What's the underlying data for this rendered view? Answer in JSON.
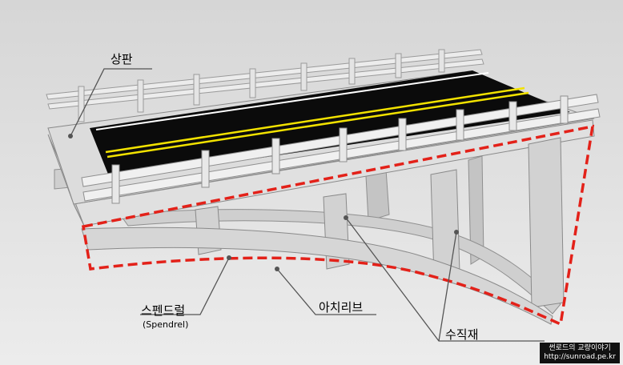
{
  "labels": {
    "deck": "상판",
    "spandrel": "스펜드럴",
    "spandrel_en": "(Spendrel)",
    "arch_rib": "아치리브",
    "vertical_member": "수직재"
  },
  "watermark": {
    "line1": "썬로드의 교량이야기",
    "line2": "http://sunroad.pe.kr"
  },
  "colors": {
    "highlight": "#e32119",
    "asphalt": "#0b0b0b",
    "center_line": "#f2e200",
    "concrete": "#d8d8d8"
  }
}
